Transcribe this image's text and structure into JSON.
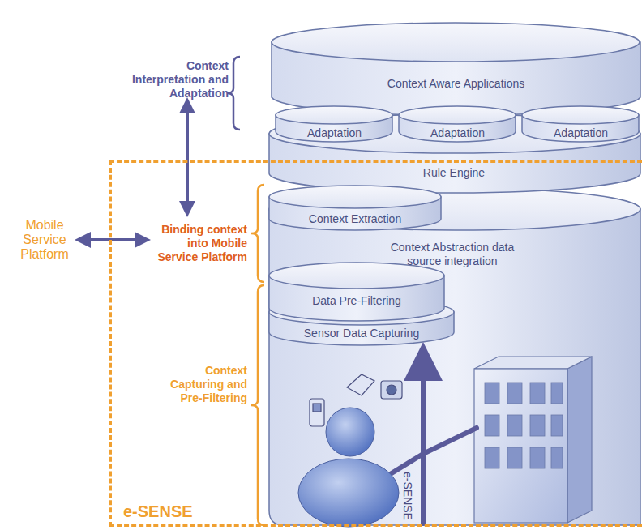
{
  "diagram": {
    "nodes": [
      {
        "text": [
          "Context Aware Applications"
        ]
      },
      {
        "text": [
          "Adaptation"
        ]
      },
      {
        "text": [
          "Adaptation"
        ]
      },
      {
        "text": [
          "Adaptation"
        ]
      },
      {
        "text": [
          "Context Interpretation and Adaptation"
        ]
      },
      {
        "text": [
          "Rule Engine"
        ]
      },
      {
        "text": [
          "Mobile Service Platform"
        ]
      },
      {
        "text": [
          "e-SENSE"
        ]
      },
      {
        "text": [
          "Binding context into Mobile Service Platform"
        ],
        "in": 7
      },
      {
        "text": [
          "Context Extraction"
        ],
        "in": 7
      },
      {
        "text": [
          "Context Abstraction data source integration"
        ],
        "in": 7
      },
      {
        "text": [
          "Data Pre-Filtering"
        ],
        "in": 7
      },
      {
        "text": [
          "Sensor Data Capturing"
        ],
        "in": 7
      },
      {
        "text": [
          "Context Capturing and Pre-Filtering"
        ],
        "in": 7
      }
    ],
    "edges": [
      {
        "from": 4,
        "to": 8,
        "arrow": "both"
      },
      {
        "from": 6,
        "to": 8,
        "arrow": "both"
      }
    ],
    "labels": [
      "e-SENSE"
    ]
  }
}
